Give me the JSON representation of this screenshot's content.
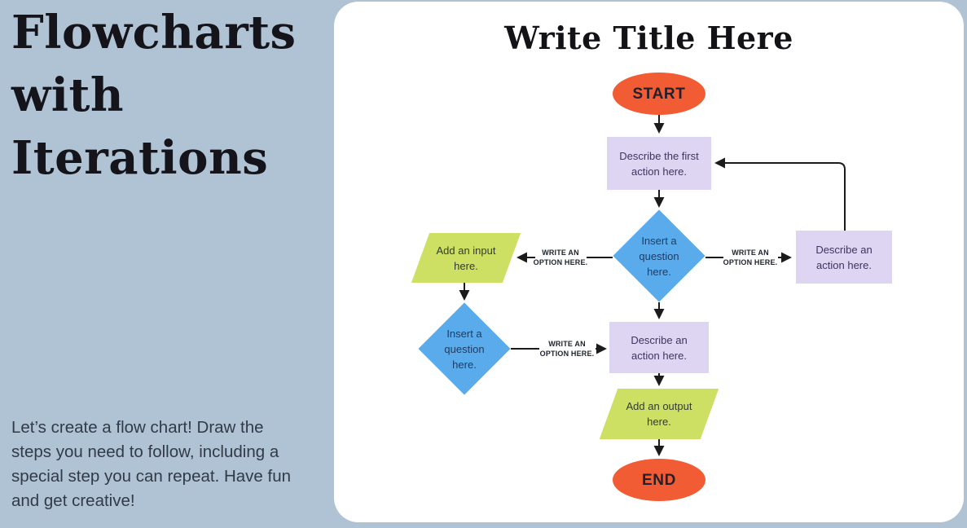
{
  "sidebar": {
    "title": "Flowcharts with Iterations",
    "title_line1": "Flowcharts",
    "title_line2": "with",
    "title_line3": "Iterations",
    "description": "Let’s create a flow chart! Draw the steps you need to follow, including a special step you can repeat. Have fun and get creative!"
  },
  "canvas": {
    "title": "Write Title Here",
    "nodes": {
      "start": {
        "label": "START",
        "type": "terminator"
      },
      "first_action": {
        "label": "Describe the first action here.",
        "type": "process"
      },
      "question1": {
        "label": "Insert a question here.",
        "type": "decision"
      },
      "input": {
        "label": "Add an input here.",
        "type": "input-output"
      },
      "loop_action": {
        "label": "Describe an action here.",
        "type": "process"
      },
      "question2": {
        "label": "Insert a question here.",
        "type": "decision"
      },
      "action": {
        "label": "Describe an action here.",
        "type": "process"
      },
      "output": {
        "label": "Add an output here.",
        "type": "input-output"
      },
      "end": {
        "label": "END",
        "type": "terminator"
      }
    },
    "edge_label": {
      "text": "WRITE AN OPTION HERE.",
      "line1": "WRITE AN",
      "line2": "OPTION HERE."
    },
    "colors": {
      "background": "#afc3d4",
      "card": "#ffffff",
      "terminator": "#f25c35",
      "process": "#ded5f2",
      "decision": "#5aabec",
      "input_output": "#cde063",
      "connector": "#1b1b1b",
      "heading_text": "#14141a",
      "body_text": "#323a48"
    }
  }
}
